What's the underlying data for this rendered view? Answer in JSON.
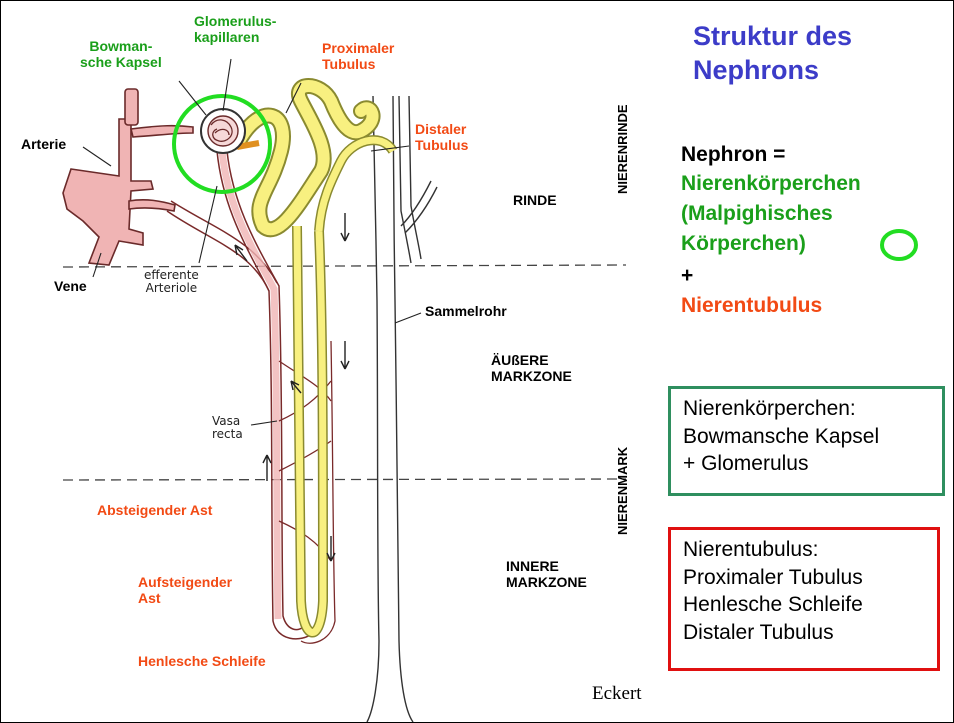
{
  "title": {
    "line1": "Struktur des",
    "line2": "Nephrons"
  },
  "equation": {
    "line1": "Nephron =",
    "line2": "Nierenkörperchen",
    "line3": "(Malpighisches",
    "line4": "Körperchen)",
    "plus": "+",
    "line5": "Nierentubulus"
  },
  "boxes": {
    "koerperchen": {
      "line1": "Nierenkörperchen:",
      "line2": "Bowmansche Kapsel",
      "line3": "+ Glomerulus"
    },
    "tubulus": {
      "line1": "Nierentubulus:",
      "line2": "Proximaler Tubulus",
      "line3": "Henlesche Schleife",
      "line4": "Distaler Tubulus"
    }
  },
  "labels": {
    "glomerulus_1": "Glomerulus-",
    "glomerulus_2": "kapillaren",
    "bowman_1": "Bowman-",
    "bowman_2": "sche Kapsel",
    "proximal_1": "Proximaler",
    "proximal_2": "Tubulus",
    "distal_1": "Distaler",
    "distal_2": "Tubulus",
    "arterie": "Arterie",
    "vene": "Vene",
    "efferente_1": "efferente",
    "efferente_2": "Arteriole",
    "rinde": "RINDE",
    "sammelrohr": "Sammelrohr",
    "aeussere_1": "ÄUßERE",
    "aeussere_2": "MARKZONE",
    "vasa_1": "Vasa",
    "vasa_2": "recta",
    "absteigend": "Absteigender Ast",
    "aufsteigend_1": "Aufsteigender",
    "aufsteigend_2": "Ast",
    "innere_1": "INNERE",
    "innere_2": "MARKZONE",
    "henle": "Henlesche Schleife",
    "nierenrinde": "NIERENRINDE",
    "nierenmark": "NIERENMARK"
  },
  "credit": "Eckert",
  "colors": {
    "title": "#3c3cc8",
    "structure_green": "#1a9f1a",
    "tubulus_red": "#f24a14",
    "box_green_border": "#2f8f5f",
    "box_red_border": "#e01010",
    "vessel_fill": "#f0b4b4",
    "tubule_fill": "#f8f080"
  }
}
